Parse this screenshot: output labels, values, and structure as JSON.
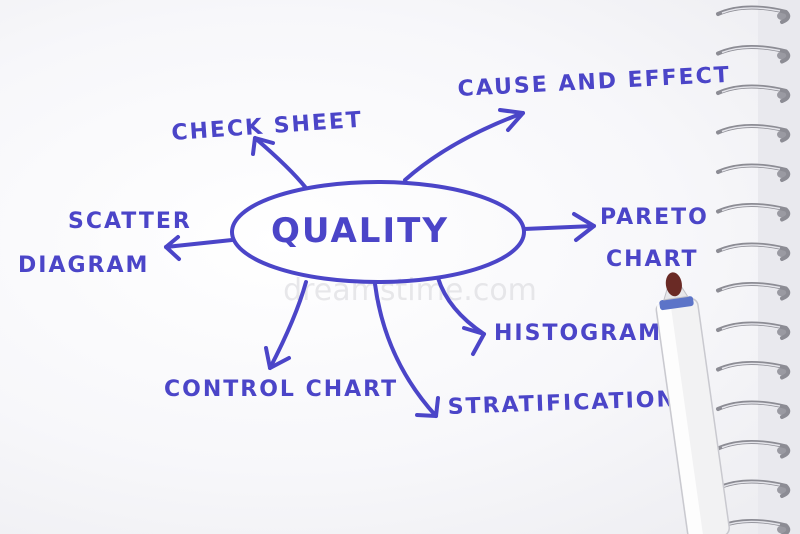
{
  "ink_color": "#4b45c8",
  "center": {
    "label": "QUALITY"
  },
  "branches": [
    {
      "label": "CHECK SHEET"
    },
    {
      "label": "CAUSE AND EFFECT"
    },
    {
      "label_line1": "SCATTER",
      "label_line2": "DIAGRAM"
    },
    {
      "label_line1": "PARETO",
      "label_line2": "CHART"
    },
    {
      "label": "HISTOGRAM"
    },
    {
      "label": "CONTROL CHART"
    },
    {
      "label": "STRATIFICATION"
    }
  ],
  "watermark": "dreamstime.com",
  "objects": {
    "notebook": "spiral-notebook",
    "pen": "felt-tip-marker",
    "pen_cap_color": "#6a2a25"
  }
}
